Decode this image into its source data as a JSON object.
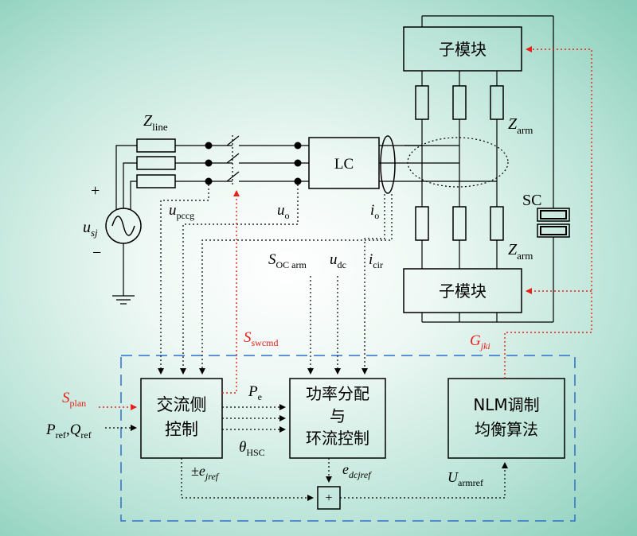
{
  "blocks": {
    "submodule_top": "子模块",
    "submodule_bottom": "子模块",
    "lc": "LC",
    "ac_control_line1": "交流侧",
    "ac_control_line2": "控制",
    "power_line1": "功率分配",
    "power_line2": "与",
    "power_line3": "环流控制",
    "nlm_line1": "NLM调制",
    "nlm_line2": "均衡算法",
    "sum": "+"
  },
  "labels": {
    "zline_main": "Z",
    "zline_sub": "line",
    "zarm_top_main": "Z",
    "zarm_top_sub": "arm",
    "zarm_bot_main": "Z",
    "zarm_bot_sub": "arm",
    "sc": "SC",
    "plus": "+",
    "minus": "−",
    "usj_main": "u",
    "usj_sub": "sj",
    "upccg_main": "u",
    "upccg_sub": "pccg",
    "uo_main": "u",
    "uo_sub": "o",
    "io_main": "i",
    "io_sub": "o",
    "soc_main": "S",
    "soc_sub": "OC arm",
    "udc_main": "u",
    "udc_sub": "dc",
    "icir_main": "i",
    "icir_sub": "cir",
    "sswcmd_main": "S",
    "sswcmd_sub": "swcmd",
    "gjki_main": "G",
    "gjki_sub": "jki",
    "splan_main": "S",
    "splan_sub": "plan",
    "pref_main": "P",
    "pref_sub": "ref",
    "comma": ",",
    "qref_main": "Q",
    "qref_sub": "ref",
    "pe_main": "P",
    "pe_sub": "e",
    "theta_main": "θ",
    "theta_sub": "HSC",
    "ejref_pm": "±",
    "ejref_main": "e",
    "ejref_sub": "jref",
    "edcjref_main": "e",
    "edcjref_sub": "dcjref",
    "uarmref_main": "U",
    "uarmref_sub": "armref"
  },
  "colors": {
    "signal_red": "#e8211b",
    "boundary_blue": "#2f6fc9",
    "background_edge": "#86cdb8"
  }
}
